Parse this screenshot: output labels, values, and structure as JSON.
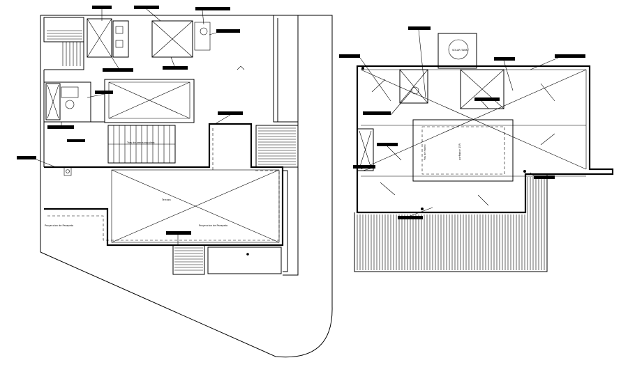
{
  "drawing": {
    "left_plan": {
      "room_labels": {
        "stair_note": "Tras de arena escalera",
        "terrace": "Terraza",
        "label_a": "Proyeccion de Parapeto",
        "label_b": "Proyeccion de Parapeto"
      }
    },
    "right_plan": {
      "room_labels": {
        "pos_de_mano": "Pos de mano",
        "porfiador": "porfiador 15R"
      },
      "tank": "SOLAR TANK"
    }
  }
}
